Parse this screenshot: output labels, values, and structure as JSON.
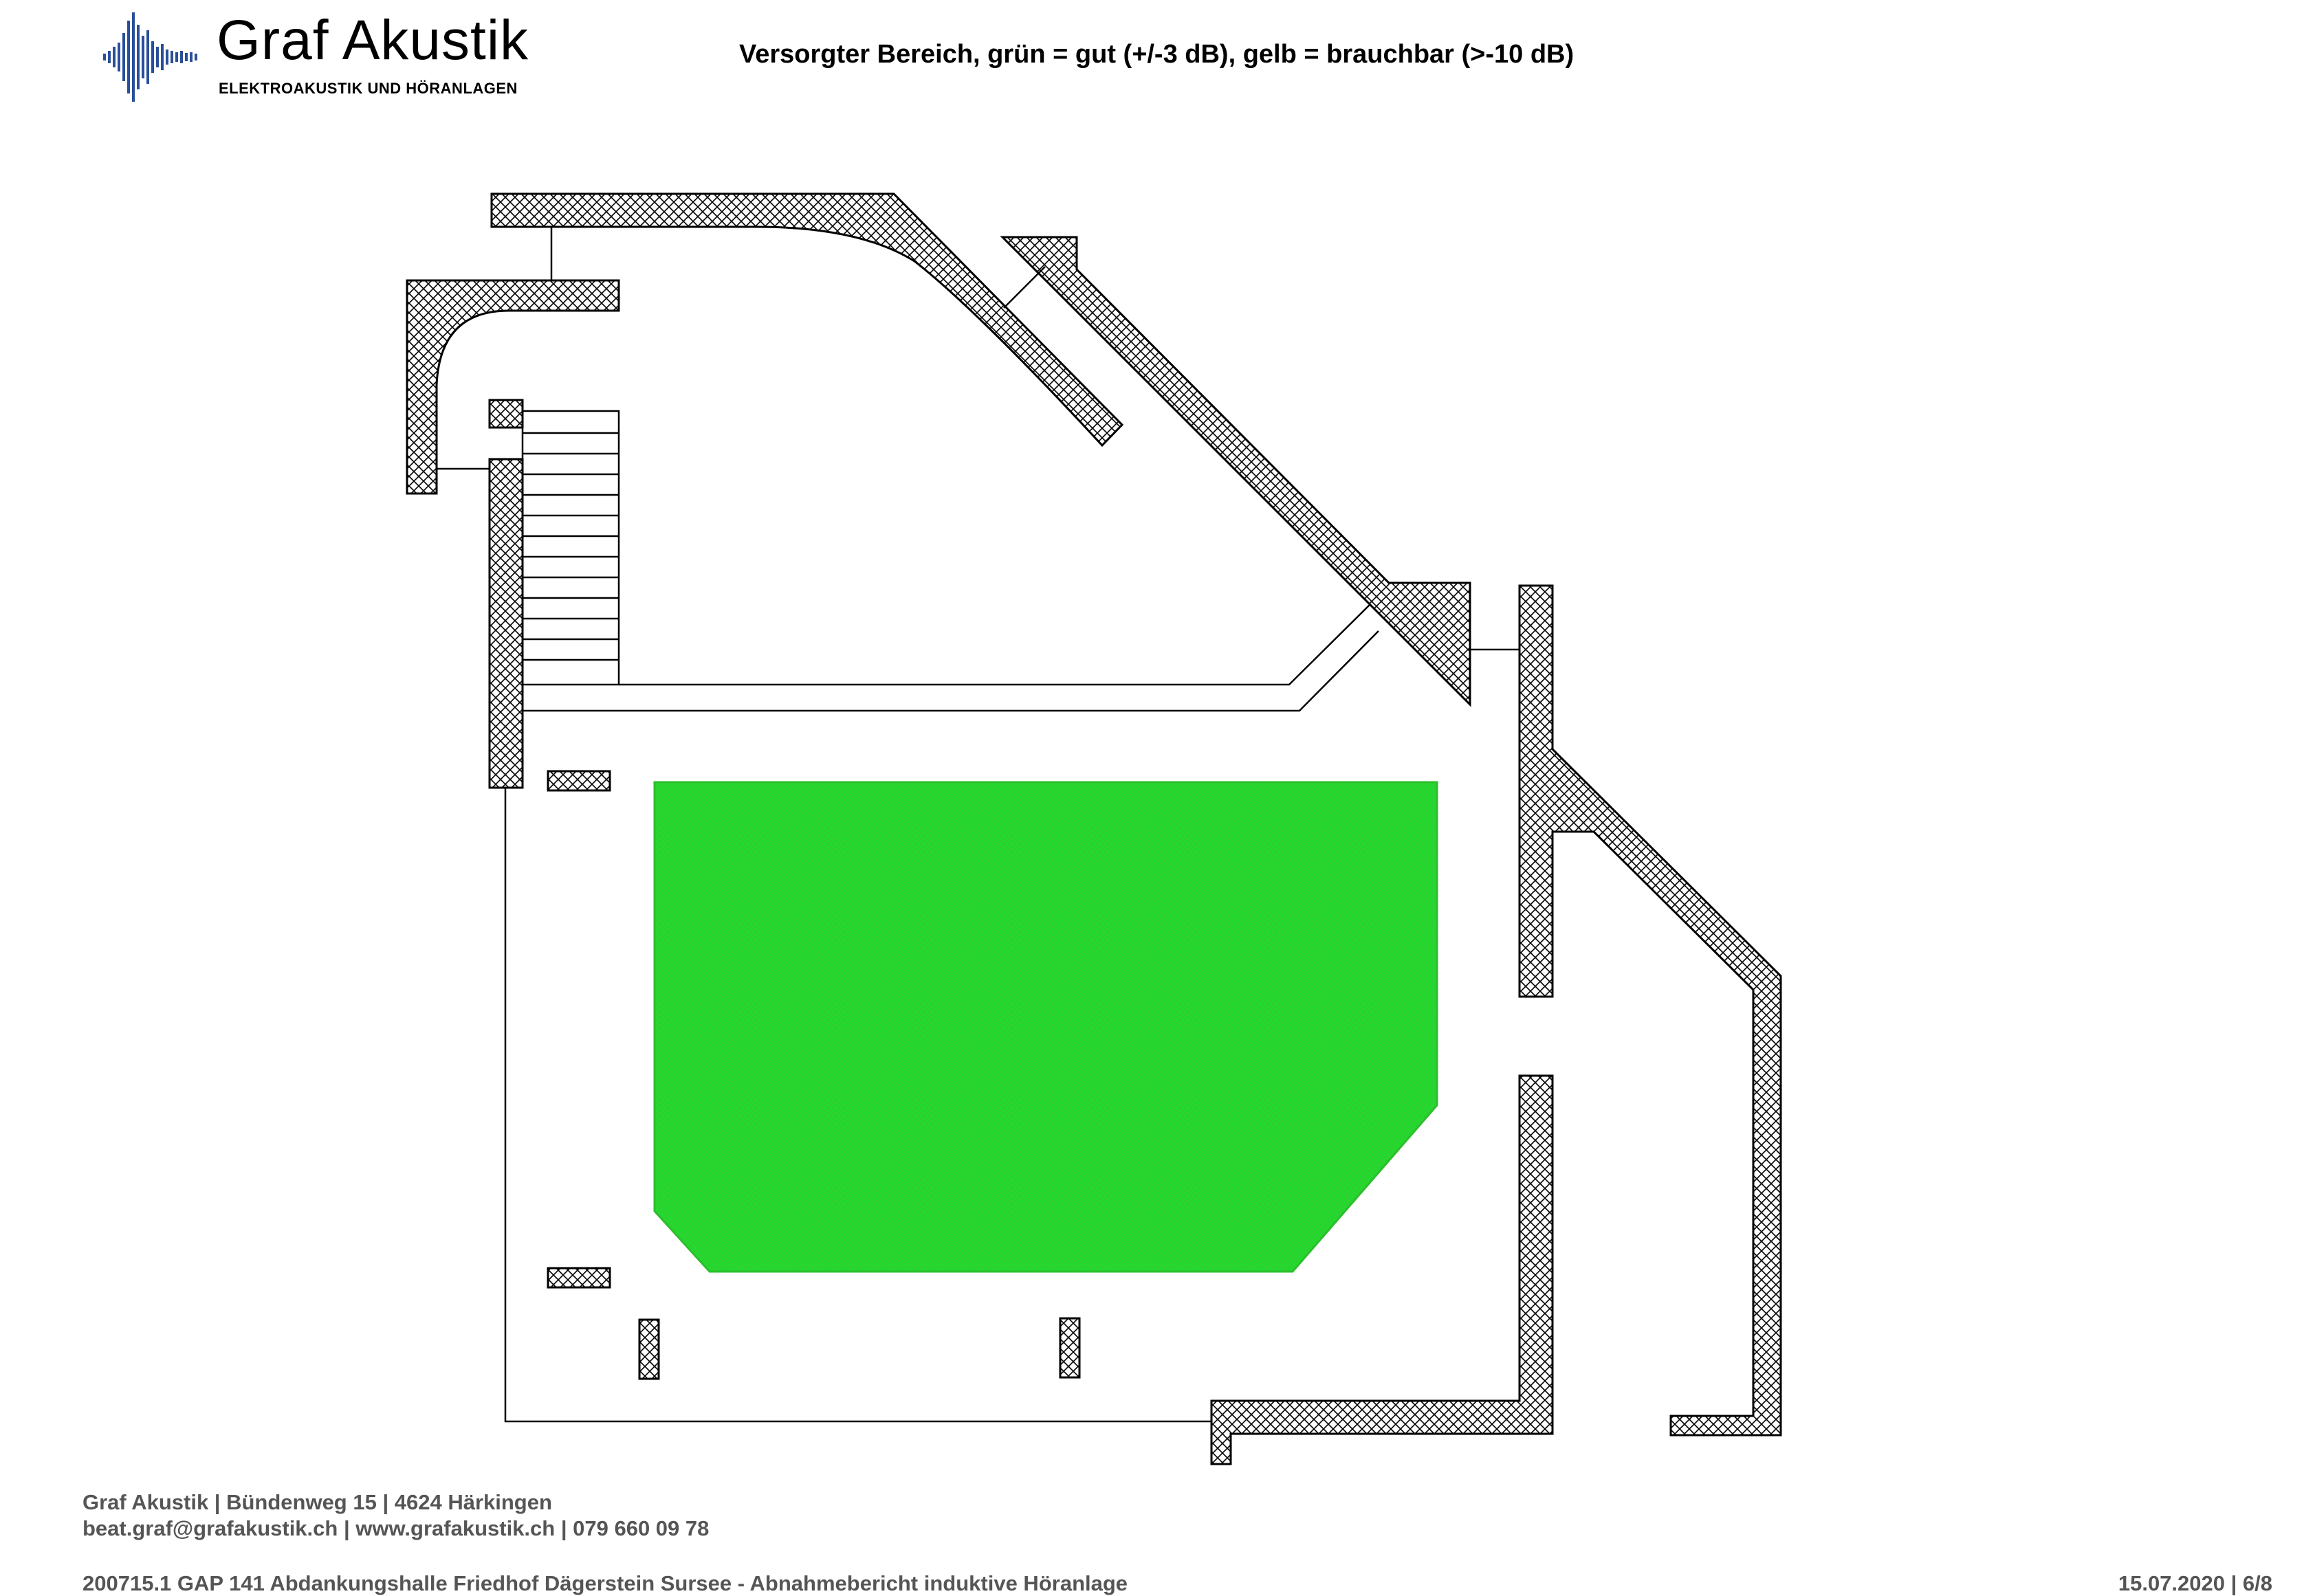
{
  "header": {
    "logo_name": "Graf Akustik",
    "logo_subtitle": "ELEKTROAKUSTIK UND HÖRANLAGEN",
    "title": "Versorgter Bereich, grün = gut (+/-3 dB), gelb = brauchbar (>-10 dB)"
  },
  "colors": {
    "brand_blue": "#2a4f9a",
    "coverage_green": "#1fdc2a",
    "wall_hatch": "#000000"
  },
  "footer": {
    "address": "Graf Akustik | Bündenweg 15 | 4624 Härkingen",
    "contact": "beat.graf@grafakustik.ch | www.grafakustik.ch | 079 660 09 78",
    "document": "200715.1 GAP 141 Abdankungshalle Friedhof Dägerstein Sursee - Abnahmebericht induktive Höranlage",
    "date_page": "15.07.2020 | 6/8"
  }
}
